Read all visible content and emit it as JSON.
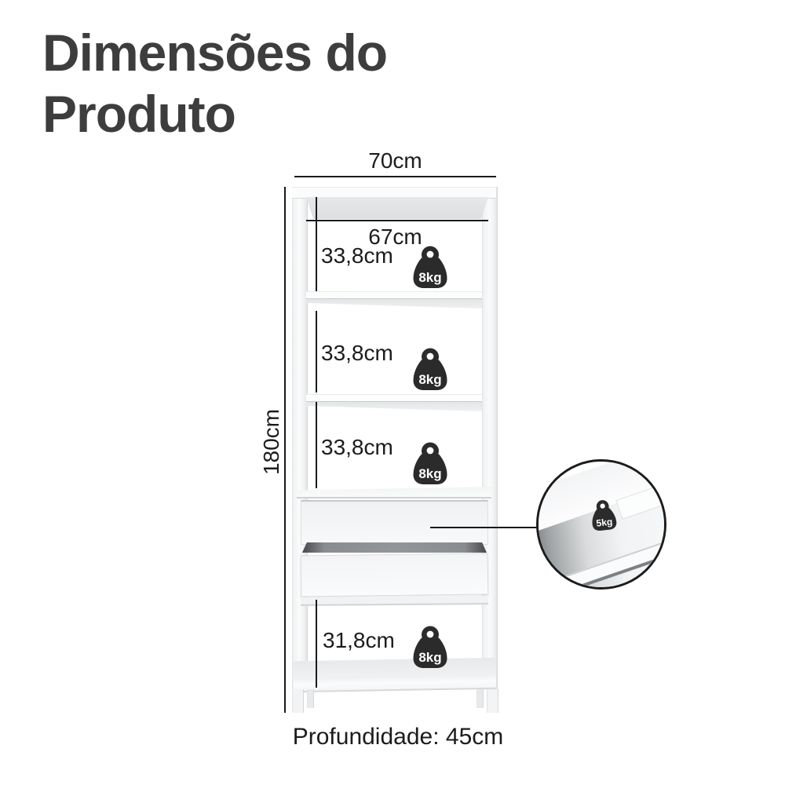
{
  "title": {
    "line1": "Dimensões do",
    "line2": "Produto"
  },
  "dimensions": {
    "total_width": "70cm",
    "inner_width": "67cm",
    "total_height": "180cm",
    "shelf_section_1": "33,8cm",
    "shelf_section_2": "33,8cm",
    "shelf_section_3": "33,8cm",
    "bottom_section": "31,8cm",
    "depth": "Profundidade: 45cm"
  },
  "capacities": {
    "shelf": "8kg",
    "drawer": "5kg"
  },
  "colors": {
    "title_text": "#3d3d3d",
    "dimension_text": "#1c1c1c",
    "measure_line": "#1a1a1a",
    "weight_icon": "#2b2b2b",
    "furniture_white": "#f7f8f9",
    "furniture_shadow": "#d8dadc",
    "drawer_interior_dark": "#6e7174"
  }
}
